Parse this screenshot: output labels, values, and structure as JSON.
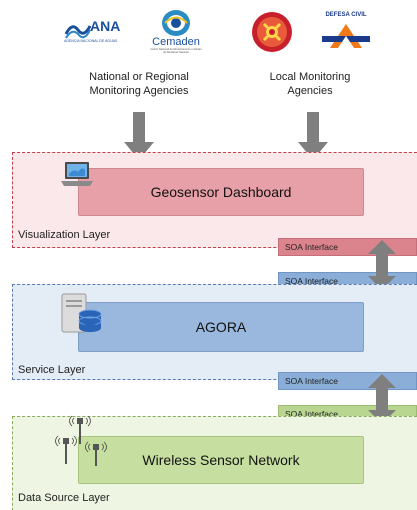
{
  "logos": {
    "ana_text": "ANA",
    "ana_subtext": "AGÊNCIA NACIONAL DE ÁGUAS",
    "cemaden_text": "Cemaden",
    "cemaden_subtext": "Centro Nacional de Monitoramento e Alertas de Desastres Naturais",
    "defesa_civil_text": "DEFESA CIVIL"
  },
  "agencies": {
    "national_line1": "National or Regional",
    "national_line2": "Monitoring Agencies",
    "local_line1": "Local Monitoring",
    "local_line2": "Agencies"
  },
  "layers": {
    "visualization": {
      "label": "Visualization Layer",
      "box": "Geosensor Dashboard",
      "color": "#e8a0a8"
    },
    "service": {
      "label": "Service Layer",
      "box": "AGORA",
      "color": "#9ab8de"
    },
    "data_source": {
      "label": "Data Source Layer",
      "box": "Wireless Sensor Network",
      "color": "#c6dfa0"
    }
  },
  "soa": {
    "vis_top": "SOA Interface",
    "service_top": "SOA Interface",
    "service_bottom": "SOA Interface",
    "data_top": "SOA Interface"
  },
  "icons": {
    "laptop": "laptop-icon",
    "database": "database-icon",
    "sensor": "wireless-sensor-icon",
    "arrow_down": "arrow-down-icon",
    "updown": "double-arrow-icon"
  }
}
